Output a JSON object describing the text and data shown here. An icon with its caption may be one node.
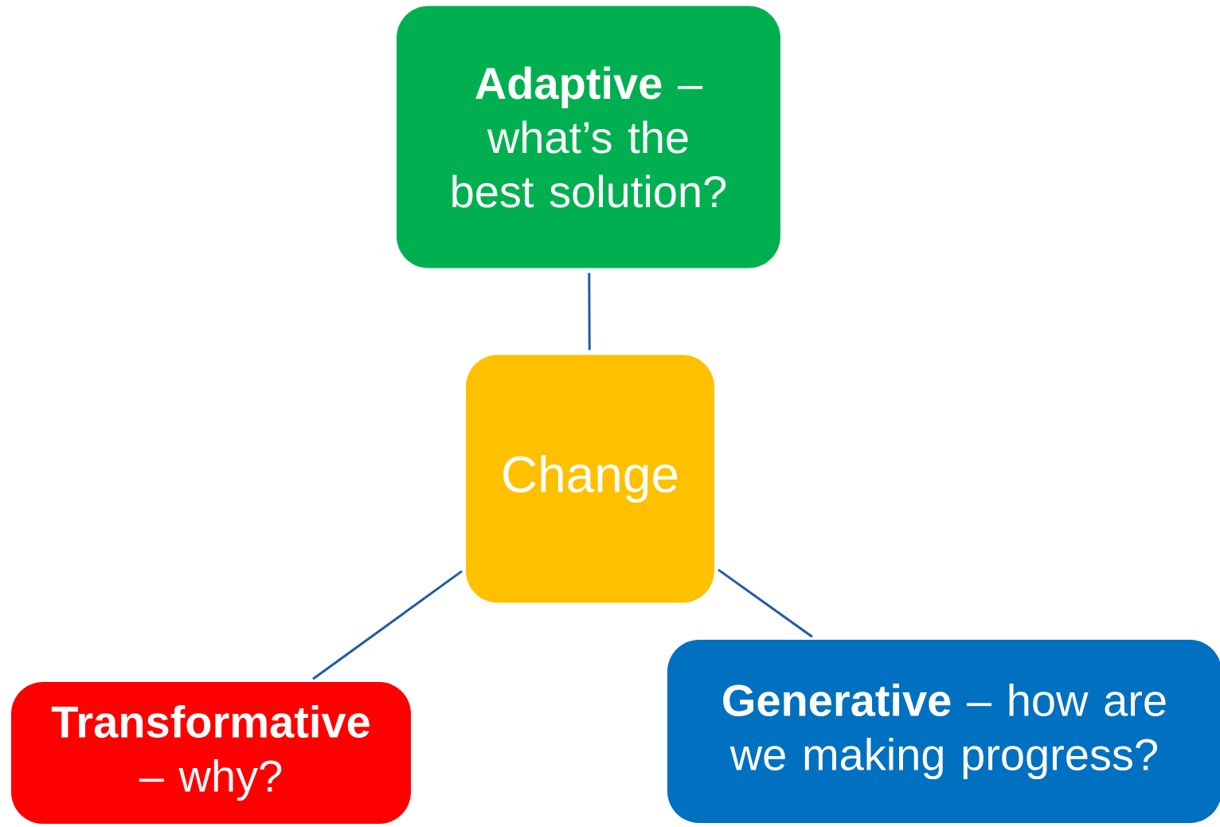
{
  "diagram": {
    "nodes": [
      {
        "text": [
          "**Adaptive** – what’s the best solution?"
        ]
      },
      {
        "text": [
          "Change"
        ]
      },
      {
        "text": [
          "**Transformative** – why?"
        ]
      },
      {
        "text": [
          "**Generative** – how are we making progress?"
        ]
      }
    ],
    "edges": [
      {
        "from": 1,
        "to": 0,
        "arrow": "none"
      },
      {
        "from": 1,
        "to": 2,
        "arrow": "none"
      },
      {
        "from": 1,
        "to": 3,
        "arrow": "none"
      }
    ]
  }
}
